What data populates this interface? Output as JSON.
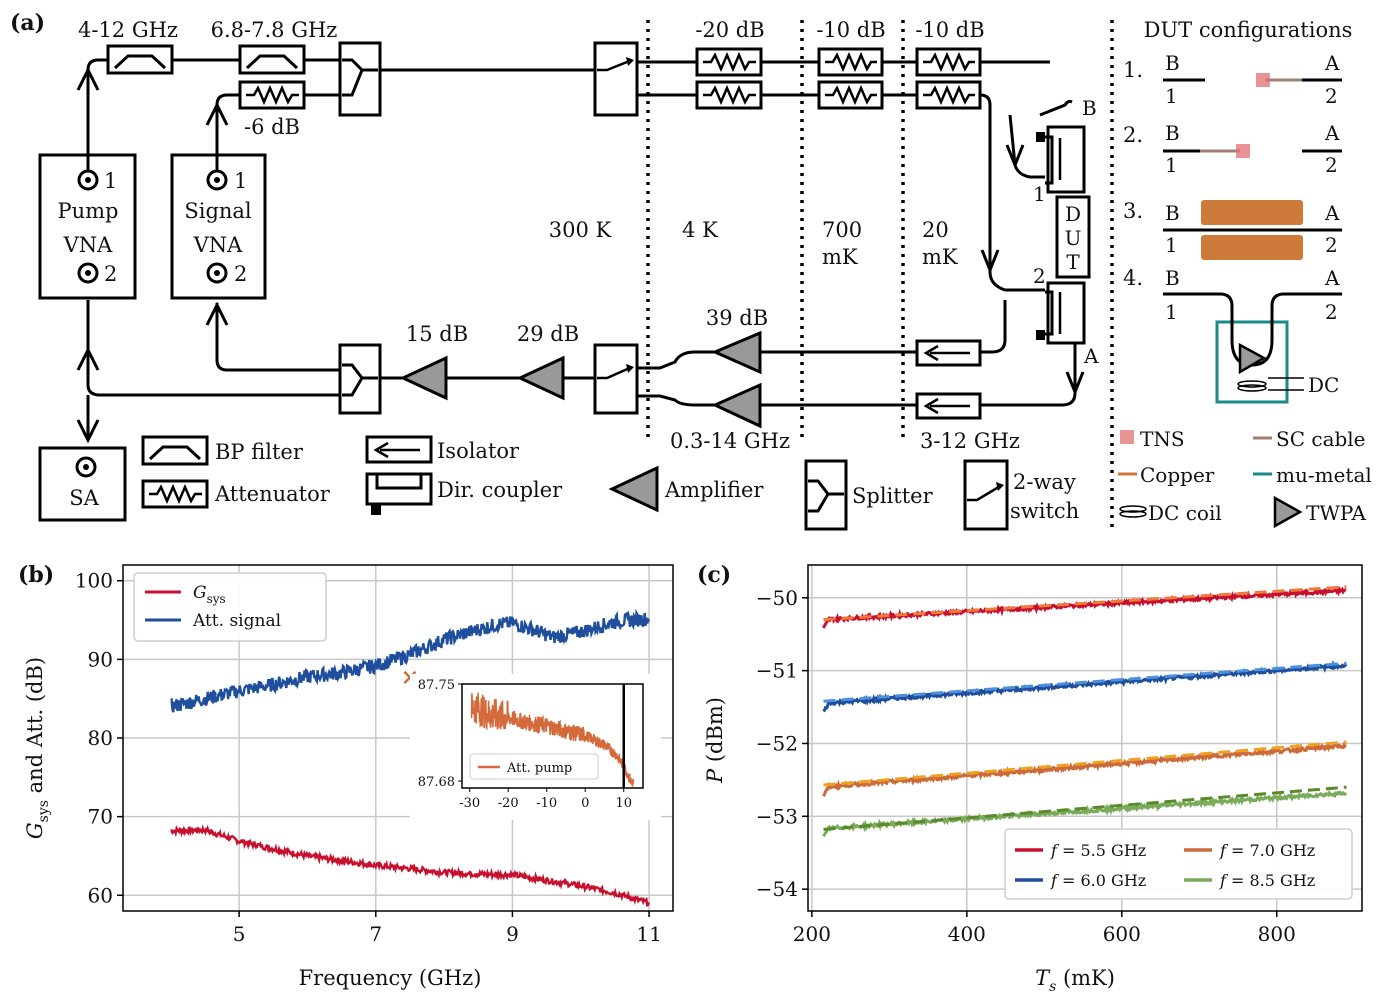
{
  "figure": {
    "panel_a_label": "(a)",
    "panel_b_label": "(b)",
    "panel_c_label": "(c)"
  },
  "schematic": {
    "pump_vna": {
      "line1": "Pump",
      "line2": "VNA",
      "port1": "1",
      "port2": "2"
    },
    "signal_vna": {
      "line1": "Signal",
      "line2": "VNA",
      "port1": "1",
      "port2": "2"
    },
    "sa": "SA",
    "bp1": "4-12 GHz",
    "bp2": "6.8-7.8 GHz",
    "att_6": "-6 dB",
    "att_20": "-20 dB",
    "att_10a": "-10 dB",
    "att_10b": "-10 dB",
    "temps": {
      "t300": "300 K",
      "t4": "4 K",
      "t700a": "700",
      "t700b": "mK",
      "t20a": "20",
      "t20b": "mK"
    },
    "amp_15": "15 dB",
    "amp_29": "29 dB",
    "amp_39": "39 dB",
    "band_low": "0.3-14 GHz",
    "band_high": "3-12 GHz",
    "dut": [
      "D",
      "U",
      "T"
    ],
    "port_b": "B",
    "port_a": "A",
    "port_1": "1",
    "port_2": "2",
    "legend": {
      "bp": "BP filter",
      "att": "Attenuator",
      "iso": "Isolator",
      "dc": "Dir. coupler",
      "amp": "Amplifier",
      "split": "Splitter",
      "sw1": "2-way",
      "sw2": "switch"
    },
    "dut_config": {
      "title": "DUT configurations",
      "items": [
        {
          "num": "1.",
          "b": "B",
          "a": "A",
          "n1": "1",
          "n2": "2"
        },
        {
          "num": "2.",
          "b": "B",
          "a": "A",
          "n1": "1",
          "n2": "2"
        },
        {
          "num": "3.",
          "b": "B",
          "a": "A",
          "n1": "1",
          "n2": "2"
        },
        {
          "num": "4.",
          "b": "B",
          "a": "A",
          "n1": "1",
          "n2": "2"
        }
      ],
      "dc_label": "DC",
      "legend": {
        "tns": "TNS",
        "sc": "SC cable",
        "copper": "Copper",
        "mumetal": "mu-metal",
        "dccoil": "DC coil",
        "twpa": "TWPA"
      },
      "colors": {
        "tns": "#e07070",
        "sc": "#a08070",
        "copper": "#cd7a3a",
        "mumetal": "#1a8a8a"
      }
    }
  },
  "chart_data": [
    {
      "type": "line",
      "panel": "(b)",
      "xlabel": "Frequency (GHz)",
      "ylabel_main": "G",
      "ylabel_sub": "sys",
      "ylabel_rest": " and Att. (dB)",
      "xlim": [
        3.3,
        11.35
      ],
      "ylim": [
        58,
        102
      ],
      "xticks": [
        5,
        7,
        9,
        11
      ],
      "yticks": [
        60,
        70,
        80,
        90,
        100
      ],
      "grid": true,
      "legend_position": "top-left",
      "series": [
        {
          "name_main": "G",
          "name_sub": "sys",
          "color": "#c8102e",
          "x": [
            4.0,
            4.5,
            5.0,
            5.5,
            6.0,
            6.5,
            7.0,
            7.5,
            8.0,
            8.5,
            9.0,
            9.5,
            10.0,
            10.5,
            11.0
          ],
          "y": [
            68.2,
            68.3,
            66.9,
            65.9,
            65.0,
            64.4,
            63.8,
            63.4,
            62.9,
            62.7,
            62.6,
            61.9,
            61.2,
            60.3,
            59.0
          ]
        },
        {
          "name": "Att. signal",
          "color": "#1f4e9c",
          "x": [
            4.0,
            4.5,
            5.0,
            5.5,
            6.0,
            6.5,
            7.0,
            7.5,
            8.0,
            8.5,
            8.8,
            9.0,
            9.3,
            9.6,
            10.0,
            10.5,
            11.0
          ],
          "y": [
            84.0,
            85.0,
            86.0,
            86.8,
            87.8,
            88.3,
            89.2,
            90.6,
            92.5,
            93.8,
            94.5,
            94.6,
            93.8,
            92.8,
            93.5,
            94.8,
            95.2
          ]
        }
      ],
      "marker": {
        "x": 7.5,
        "y": 87.7,
        "symbol": "×",
        "color": "#d4693a"
      },
      "inset": {
        "xlim": [
          -32,
          15
        ],
        "ylim": [
          87.675,
          87.75
        ],
        "xticks": [
          -30,
          -20,
          -10,
          0,
          10
        ],
        "yticks_labels": [
          "87.75",
          "87.68"
        ],
        "ytick_values": [
          87.75,
          87.68
        ],
        "vline_x": 10,
        "series": {
          "name": "Att. pump",
          "color": "#d4693a",
          "x": [
            -28,
            -25,
            -20,
            -15,
            -10,
            -5,
            0,
            5,
            8,
            10,
            12
          ],
          "y": [
            87.733,
            87.728,
            87.726,
            87.722,
            87.72,
            87.716,
            87.713,
            87.706,
            87.699,
            87.691,
            87.679
          ]
        }
      }
    },
    {
      "type": "line",
      "panel": "(c)",
      "xlabel_main": "T",
      "xlabel_sub": "s",
      "xlabel_rest": " (mK)",
      "ylabel_main": "P",
      "ylabel_rest": " (dBm)",
      "xlim": [
        195,
        910
      ],
      "ylim": [
        -54.3,
        -49.55
      ],
      "xticks": [
        200,
        400,
        600,
        800
      ],
      "yticks": [
        -50,
        -51,
        -52,
        -53,
        -54
      ],
      "ytick_labels": [
        "−50",
        "−51",
        "−52",
        "−53",
        "−54"
      ],
      "grid": true,
      "legend_position": "bottom-right",
      "series": [
        {
          "f": "5.5",
          "color": "#c8102e",
          "fit_color": "#ef7a3a",
          "x": [
            215,
            890
          ],
          "y": [
            -50.3,
            -49.9
          ],
          "fit_y": [
            -50.3,
            -49.85
          ]
        },
        {
          "f": "6.0",
          "color": "#1f4e9c",
          "fit_color": "#4a90e0",
          "x": [
            215,
            890
          ],
          "y": [
            -51.45,
            -50.93
          ],
          "fit_y": [
            -51.42,
            -50.9
          ]
        },
        {
          "f": "7.0",
          "color": "#cd6a3a",
          "fit_color": "#f0a020",
          "x": [
            215,
            890
          ],
          "y": [
            -52.6,
            -52.03
          ],
          "fit_y": [
            -52.57,
            -51.98
          ]
        },
        {
          "f": "8.5",
          "color": "#7aab5a",
          "fit_color": "#5a8a2a",
          "x": [
            215,
            890
          ],
          "y": [
            -53.17,
            -52.68
          ],
          "fit_y": [
            -53.18,
            -52.6
          ]
        }
      ],
      "legend_prefix": "f",
      "legend_unit": "GHz"
    }
  ]
}
